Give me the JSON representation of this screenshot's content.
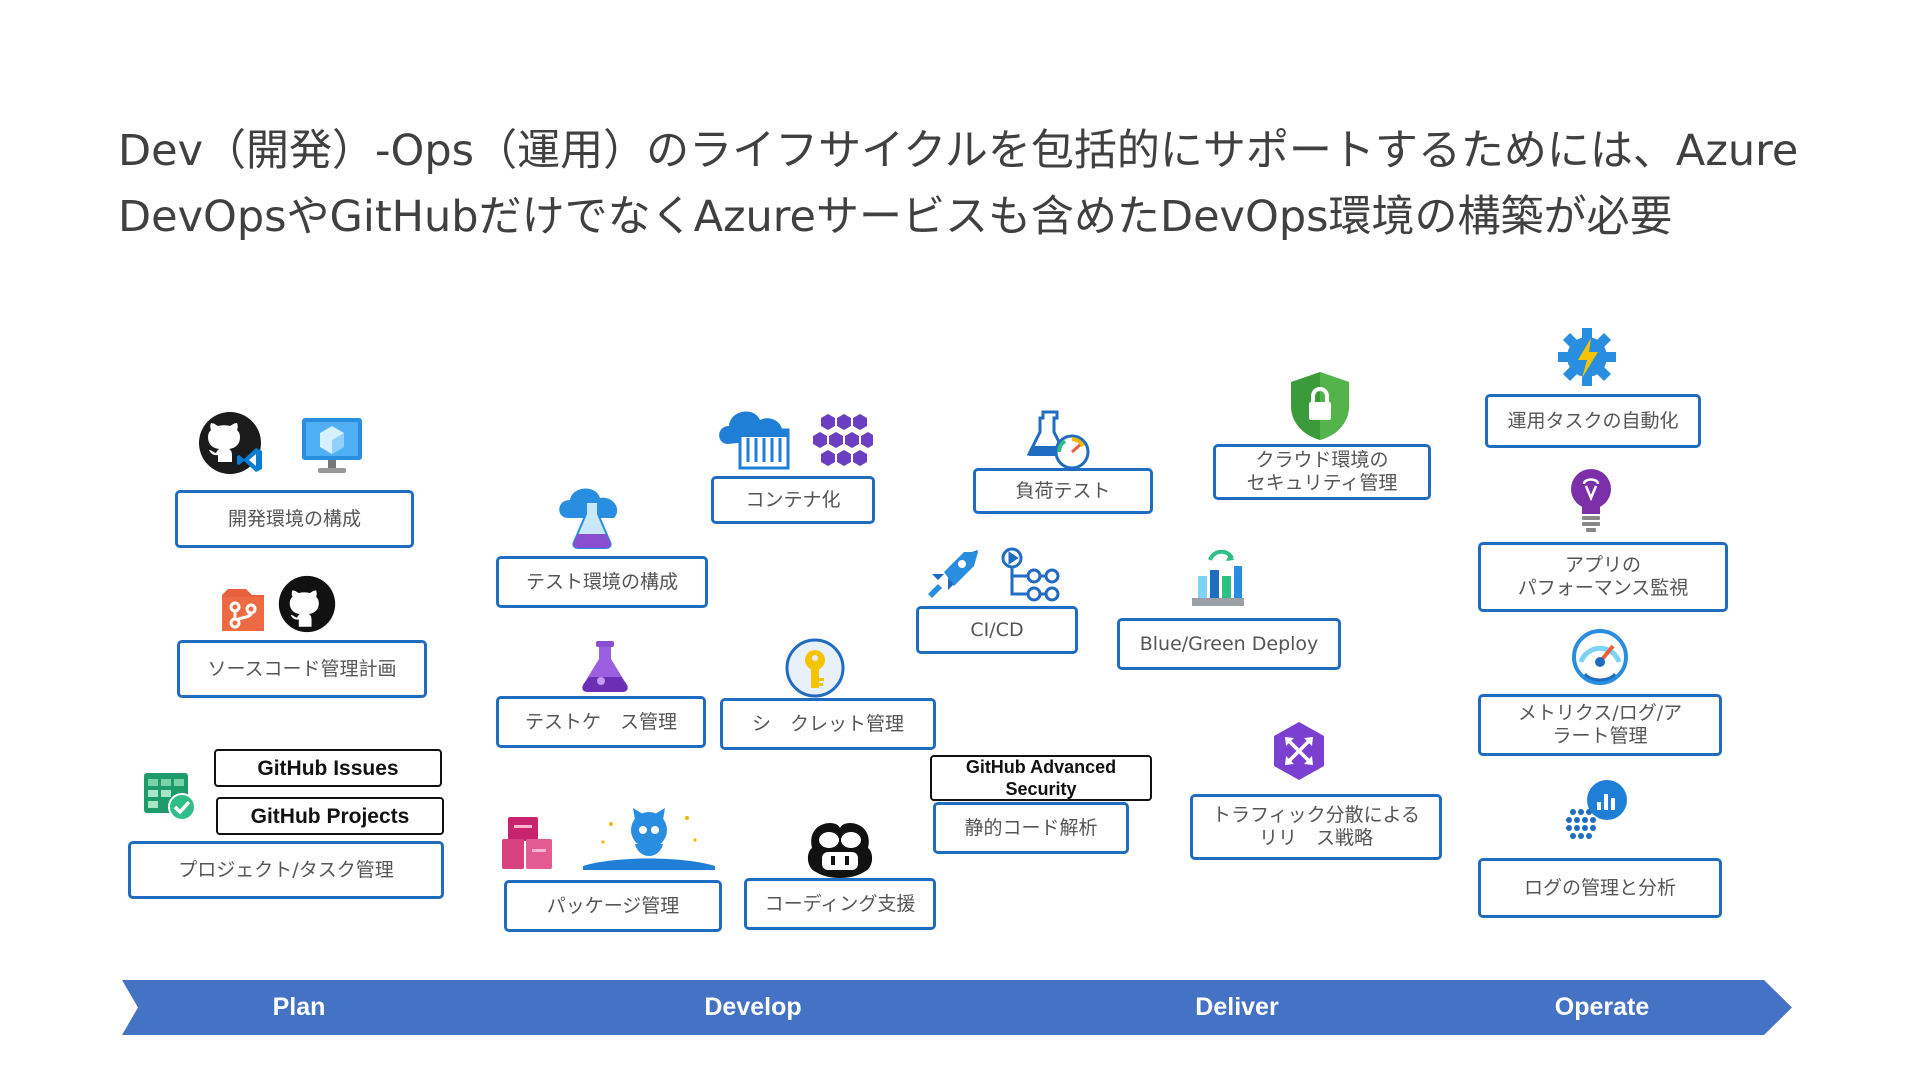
{
  "title": {
    "line1": "Dev（開発）-Ops（運用）のライフサイクルを包括的にサポートするためには、Azure",
    "line2": "DevOpsやGitHubだけでなくAzureサービスも含めたDevOps環境の構築が必要"
  },
  "plan": {
    "dev_env": "開発環境の構成",
    "source_control": "ソースコード管理計画",
    "github_issues": "GitHub Issues",
    "github_projects": "GitHub Projects",
    "project_task": "プロジェクト/タスク管理"
  },
  "develop": {
    "container": "コンテナ化",
    "test_env": "テスト環境の構成",
    "test_case": "テストケ　ス管理",
    "secret": "シ　クレット管理",
    "package": "パッケージ管理",
    "coding": "コーディング支援"
  },
  "deliver": {
    "load_test": "負荷テスト",
    "cloud_security": "クラウド環境の\nセキュリティ管理",
    "cicd": "CI/CD",
    "blue_green": "Blue/Green Deploy",
    "advanced_security": "GitHub Advanced\nSecurity",
    "static_analysis": "静的コード解析",
    "traffic": "トラフィック分散による\nリリ　ス戦略"
  },
  "operate": {
    "ops_automation": "運用タスクの自動化",
    "app_monitor": "アプリの\nパフォーマンス監視",
    "metrics": "メトリクス/ログ/ア\nラート管理",
    "logs": "ログの管理と分析"
  },
  "phases": [
    "Plan",
    "Develop",
    "Deliver",
    "Operate"
  ],
  "colors": {
    "box_border": "#1f6cc1",
    "phase_fill": "#4472c4",
    "title_text": "#404040"
  },
  "icons": [
    "github-icon",
    "vscode-icon",
    "azure-virtual-desktop-icon",
    "azure-repos-icon",
    "github-octocat-icon",
    "azure-boards-icon",
    "azure-container-registry-icon",
    "kubernetes-icon",
    "azure-devtest-labs-icon",
    "test-plans-flask-icon",
    "key-vault-icon",
    "azure-artifacts-icon",
    "github-packages-icon",
    "github-copilot-icon",
    "load-testing-icon",
    "defender-shield-icon",
    "azure-pipelines-icon",
    "github-actions-icon",
    "app-service-deployment-slots-icon",
    "front-door-icon",
    "automation-gear-icon",
    "application-insights-icon",
    "azure-monitor-icon",
    "log-analytics-icon"
  ]
}
